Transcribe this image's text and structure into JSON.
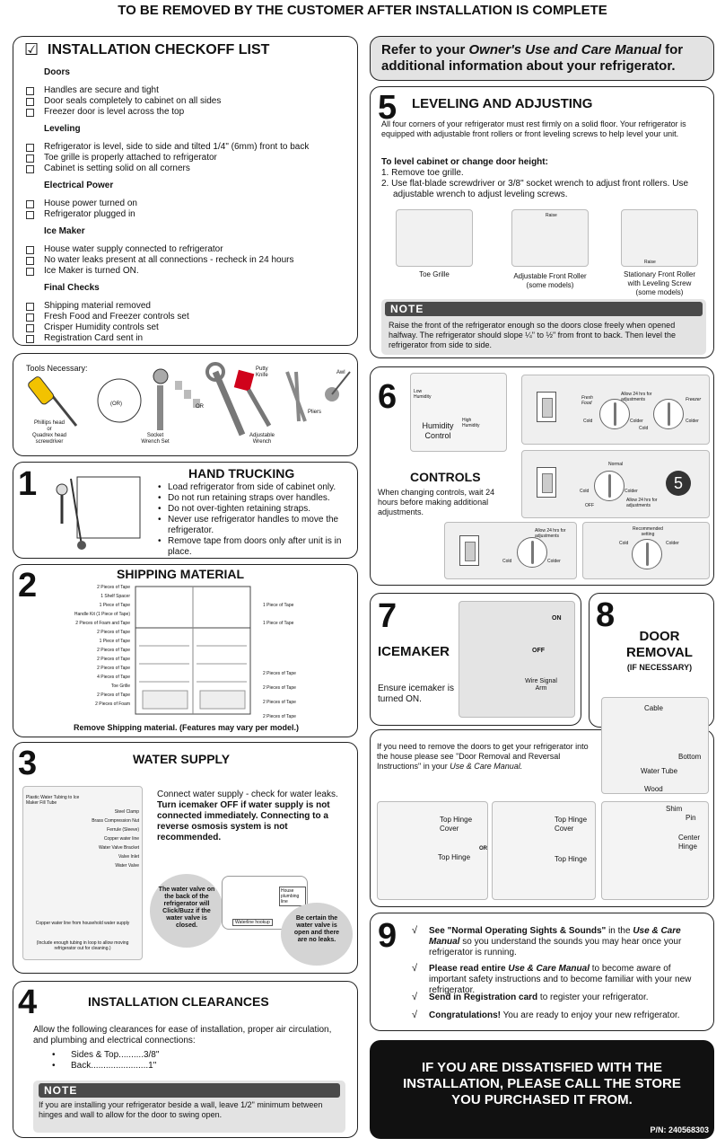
{
  "header": "TO BE REMOVED BY THE CUSTOMER AFTER INSTALLATION IS COMPLETE",
  "checklist": {
    "checkmark": "☑",
    "title": "INSTALLATION CHECKOFF LIST",
    "sections": [
      {
        "heading": "Doors",
        "items": [
          "Handles are secure and tight",
          "Door seals completely to cabinet on all sides",
          "Freezer door is level across the top"
        ]
      },
      {
        "heading": "Leveling",
        "items": [
          "Refrigerator is level, side to side and tilted 1/4\" (6mm) front to back",
          "Toe grille is properly attached to refrigerator",
          "Cabinet is setting solid on all corners"
        ]
      },
      {
        "heading": "Electrical Power",
        "items": [
          "House power turned on",
          "Refrigerator plugged in"
        ]
      },
      {
        "heading": "Ice Maker",
        "items": [
          "House water supply connected to refrigerator",
          "No water leaks present at all connections - recheck in 24 hours",
          "Ice Maker is turned ON."
        ]
      },
      {
        "heading": "Final Checks",
        "items": [
          "Shipping material removed",
          "Fresh Food and Freezer controls set",
          "Crisper Humidity controls set",
          "Registration Card sent in"
        ]
      }
    ]
  },
  "tools": {
    "label": "Tools Necessary:",
    "or1": "(OR)",
    "or2": "OR",
    "phillips": "Phillips head",
    "or3": "or",
    "quadrex": "Quadrex head",
    "screwdriver": "screwdriver",
    "socket": "Socket Wrench Set",
    "adjustable": "Adjustable Wrench",
    "putty": "Putty Knife",
    "pliers": "Pliers",
    "awl": "Awl"
  },
  "s1": {
    "num": "1",
    "title": "HAND TRUCKING",
    "bullets": [
      "Load refrigerator from side of cabinet only.",
      "Do not run retaining straps over handles.",
      "Do not over-tighten retaining straps.",
      "Never use refrigerator handles to move the refrigerator.",
      "Remove tape from doors only after unit is in place."
    ]
  },
  "s2": {
    "num": "2",
    "title": "SHIPPING MATERIAL",
    "left_labels": [
      "2 Pieces of Tape",
      "1 Shelf Spacer",
      "1 Piece of Tape",
      "Handle Kit (1 Piece of Tape)",
      "2 Pieces of Foam and Tape",
      "2 Pieces of Tape",
      "1 Piece of Tape",
      "2 Pieces of Tape",
      "2 Pieces of Tape",
      "2 Pieces of Tape",
      "4 Pieces of Tape",
      "Toe Grille",
      "2 Pieces of Tape",
      "2 Pieces of Foam"
    ],
    "right_labels": [
      "1 Piece of Tape",
      "1 Piece of Tape",
      "2 Pieces of Tape",
      "2 Pieces of Tape",
      "2 Pieces of Tape",
      "2 Pieces of Tape"
    ],
    "caption": "Remove Shipping material. (Features may vary per model.)"
  },
  "s3": {
    "num": "3",
    "title": "WATER SUPPLY",
    "text_a": "Connect water supply - check for water leaks. ",
    "text_b": "Turn icemaker OFF if water supply is not connected immediately. Connecting to a reverse osmosis system is not recommended.",
    "labels": [
      "Plastic Water Tubing to Ice Maker Fill Tube",
      "Steel Clamp",
      "Brass Compression Nut",
      "Ferrule (Sleeve)",
      "Copper water line",
      "Water Valve Bracket",
      "Valve Inlet",
      "Water Valve"
    ],
    "copper_from": "Copper water line from household water supply",
    "loop_note": "(Include enough tubing in loop to allow moving refrigerator out for cleaning.)",
    "bubble_left": "The water valve on the back of the refrigerator will Click/Buzz if the water valve is closed.",
    "bubble_right": "Be certain the water valve is open and there are no leaks.",
    "house_line": "House plumbing line",
    "hookup": "Waterline hookup"
  },
  "s4": {
    "num": "4",
    "title": "INSTALLATION CLEARANCES",
    "intro": "Allow the following clearances for ease of installation, proper air circulation, and plumbing and electrical connections:",
    "items": [
      "Sides & Top..........3/8\"",
      "Back.......................1\""
    ],
    "note_label": "NOTE",
    "note": "If you are installing your refrigerator beside a wall, leave 1/2\" minimum between hinges and wall to allow for the door to swing open."
  },
  "refer": {
    "line1_a": "Refer to your ",
    "line1_b": "Owner's Use and Care Manual",
    "line1_c": " for",
    "line2": "additional information about your refrigerator."
  },
  "s5": {
    "num": "5",
    "title": "LEVELING AND ADJUSTING",
    "intro": "All four corners of your refrigerator must rest firmly on a solid floor. Your refrigerator is equipped with adjustable front rollers or front leveling screws to help level your unit.",
    "subhead": "To level cabinet or change door height:",
    "steps": [
      "1.  Remove toe grille.",
      "2.  Use flat-blade screwdriver or 3/8\" socket wrench to adjust front rollers. Use adjustable wrench to adjust leveling screws."
    ],
    "img1": "Toe Grille",
    "img2a": "Adjustable Front Roller",
    "img2b": "(some models)",
    "img3a": "Stationary Front Roller",
    "img3b": "with Leveling Screw",
    "img3c": "(some models)",
    "raise1": "Raise",
    "raise2": "Raise",
    "note_label": "NOTE",
    "note": "Raise the front of the refrigerator enough so the doors close freely when opened halfway. The refrigerator should slope ¼\" to ½\" from front to back. Then level the refrigerator from side to side."
  },
  "s6": {
    "num": "6",
    "title": "CONTROLS",
    "text": "When changing controls, wait 24 hours before making additional adjustments.",
    "humidity": "Humidity Control",
    "low": "Low Humidity",
    "high": "High Humidity",
    "fresh": "Fresh Food",
    "freezer": "Freezer",
    "cold1": "Cold",
    "colder1": "Colder",
    "cold2": "Cold",
    "colder2": "Colder",
    "allow1": "Allow 24 hrs for adjustments",
    "normal": "Normal",
    "cold3": "Cold",
    "colder3": "Colder",
    "off": "OFF",
    "allow2": "Allow 24 hrs for adjustments",
    "digit": "5",
    "allow3": "Allow 24 hrs for adjustments",
    "cold4": "Cold",
    "colder4": "Colder",
    "recommended": "Recommended setting",
    "cold5": "Cold",
    "colder5": "Colder"
  },
  "s7": {
    "num": "7",
    "title": "ICEMAKER",
    "text": "Ensure icemaker is turned ON.",
    "on": "ON",
    "off": "OFF",
    "arm": "Wire Signal Arm"
  },
  "s8": {
    "num": "8",
    "title1": "DOOR",
    "title2": "REMOVAL",
    "subtitle": "(IF NECESSARY)",
    "cable": "Cable",
    "bottom": "Bottom",
    "water_tube": "Water Tube",
    "wood": "Wood",
    "text_a": "If you need to remove the doors to get your refrigerator into the house please see \"Door Removal and Reversal Instructions\" in your ",
    "text_b": "Use & Care Manual.",
    "hinge_cover1": "Top Hinge Cover",
    "top_hinge1": "Top Hinge",
    "or": "OR",
    "hinge_cover2": "Top Hinge Cover",
    "top_hinge2": "Top Hinge",
    "shim": "Shim",
    "pin": "Pin",
    "center_hinge": "Center Hinge"
  },
  "s9": {
    "num": "9",
    "mark": "√",
    "items": [
      {
        "bold": "See \"Normal Operating Sights & Sounds\"",
        "mid": " in the ",
        "ital": "Use & Care Manual",
        "rest": " so you understand the sounds you may hear once your refrigerator is running."
      },
      {
        "bold": "Please read entire ",
        "mid": "",
        "ital": "Use & Care Manual",
        "rest": " to become aware of important safety instructions and to become familiar with your new refrigerator."
      },
      {
        "bold": "Send in Registration card",
        "mid": "",
        "ital": "",
        "rest": " to register your refrigerator."
      },
      {
        "bold": "Congratulations!",
        "mid": "",
        "ital": "",
        "rest": " You are ready to enjoy your new refrigerator."
      }
    ]
  },
  "footer": {
    "line1": "IF YOU ARE DISSATISFIED WITH THE",
    "line2": "INSTALLATION, PLEASE CALL THE STORE",
    "line3": "YOU PURCHASED IT FROM.",
    "pn": "P/N: 240568303"
  }
}
